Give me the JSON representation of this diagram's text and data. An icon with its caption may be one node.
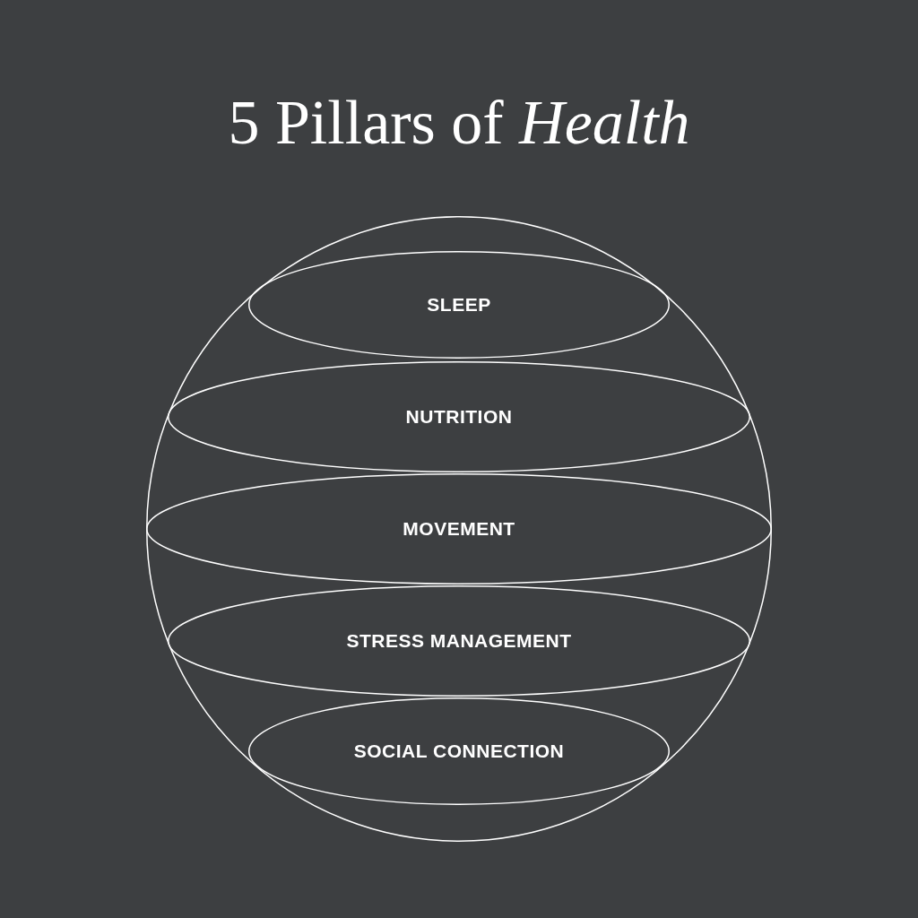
{
  "diagram": {
    "title": "5 Pillars of *Health*",
    "nodes": [
      {
        "text": [],
        "shape": "circle"
      },
      {
        "text": [
          "SLEEP"
        ],
        "in": 0
      },
      {
        "text": [
          "NUTRITION"
        ],
        "in": 0
      },
      {
        "text": [
          "MOVEMENT"
        ],
        "in": 0
      },
      {
        "text": [
          "STRESS MANAGEMENT"
        ],
        "in": 0
      },
      {
        "text": [
          "SOCIAL CONNECTION"
        ],
        "in": 0
      }
    ],
    "edges": []
  }
}
